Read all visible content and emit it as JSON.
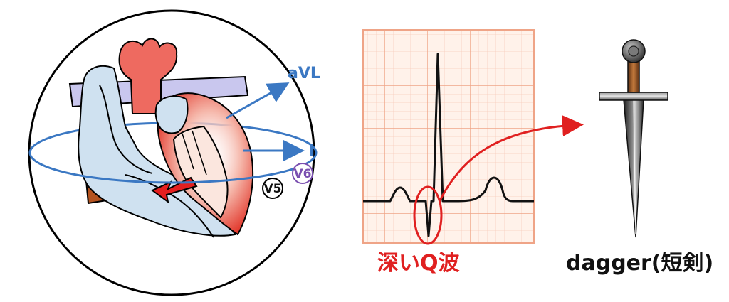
{
  "leads": {
    "avl": "aVL",
    "i": "I",
    "v5": "V5",
    "v6": "V6"
  },
  "labels": {
    "deep_q": "深いQ波",
    "dagger": "dagger(短剣)"
  },
  "colors": {
    "lead_blue": "#3b78c3",
    "annotation_red": "#e02020",
    "v6_purple": "#7a4fb0",
    "ecg_grid": "#f3b9a0",
    "ecg_paper": "#fff2ea"
  },
  "icons": {
    "heart": "heart-cross-section-icon",
    "dagger": "dagger-icon",
    "ecg": "ecg-waveform-icon"
  }
}
